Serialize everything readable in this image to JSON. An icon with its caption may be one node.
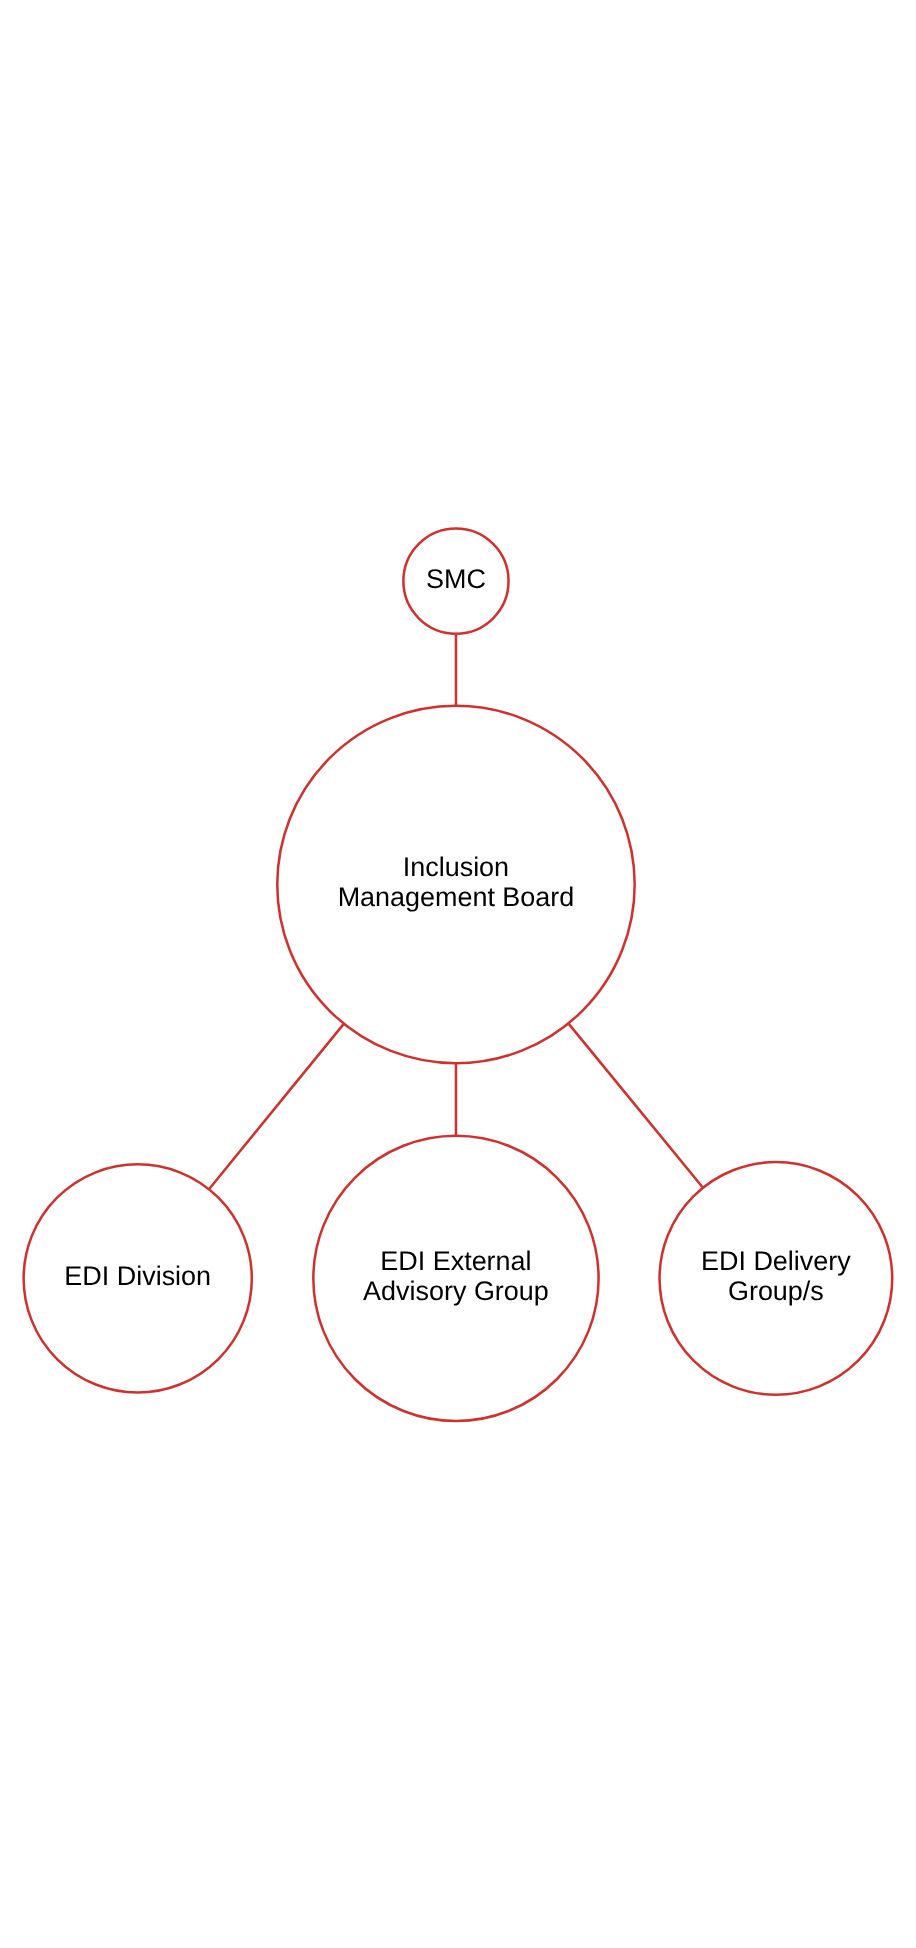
{
  "diagram": {
    "nodes": [
      {
        "text": [
          "SMC"
        ]
      },
      {
        "text": [
          "Inclusion Management Board"
        ]
      },
      {
        "text": [
          "EDI Division"
        ]
      },
      {
        "text": [
          "EDI External Advisory Group"
        ]
      },
      {
        "text": [
          "EDI Delivery Group/s"
        ]
      }
    ],
    "edges": [
      {
        "from": 0,
        "to": 1,
        "arrow": "none"
      },
      {
        "from": 1,
        "to": 2,
        "arrow": "none"
      },
      {
        "from": 1,
        "to": 3,
        "arrow": "none"
      },
      {
        "from": 1,
        "to": 4,
        "arrow": "none"
      }
    ]
  }
}
